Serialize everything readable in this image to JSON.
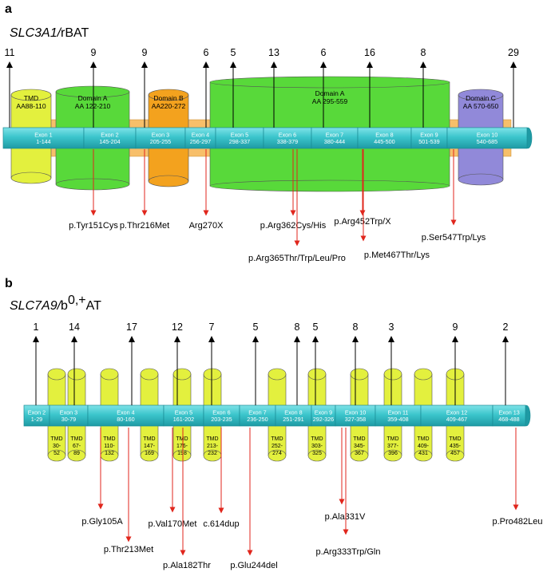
{
  "panels": [
    {
      "letter": "a",
      "gene": "SLC3A1/",
      "gene_suffix": "rBAT",
      "domains": [
        {
          "key": "tmd",
          "label": "TMD",
          "range": "AA88-110",
          "color": "#e3f03e"
        },
        {
          "key": "domA1",
          "label": "Domain A",
          "range": "AA 122-210",
          "color": "#58d93a"
        },
        {
          "key": "domB",
          "label": "Domain B",
          "range": "AA220-272",
          "color": "#f3a21e"
        },
        {
          "key": "domA2",
          "label": "Domain A",
          "range": "AA 295-559",
          "color": "#58d93a"
        },
        {
          "key": "domC",
          "label": "Domain C",
          "range": "AA 570-650",
          "color": "#9189d9"
        }
      ],
      "exons": [
        {
          "label": "Exon 1",
          "range": "1-144"
        },
        {
          "label": "Exon 2",
          "range": "145-204"
        },
        {
          "label": "Exon 3",
          "range": "205-255"
        },
        {
          "label": "Exon 4",
          "range": "256-297"
        },
        {
          "label": "Exon 5",
          "range": "298-337"
        },
        {
          "label": "Exon 6",
          "range": "338-379"
        },
        {
          "label": "Exon 7",
          "range": "380-444"
        },
        {
          "label": "Exon 8",
          "range": "445-500"
        },
        {
          "label": "Exon 9",
          "range": "501-539"
        },
        {
          "label": "Exon 10",
          "range": "540-685"
        }
      ],
      "counts": [
        "11",
        "9",
        "9",
        "6",
        "5",
        "13",
        "6",
        "16",
        "8",
        "29"
      ],
      "mutations": [
        "p.Tyr151Cys",
        "p.Thr216Met",
        "Arg270X",
        "p.Arg362Cys/His",
        "p.Arg452Trp/X",
        "p.Ser547Trp/Lys",
        "p.Arg365Thr/Trp/Leu/Pro",
        "p.Met467Thr/Lys"
      ]
    },
    {
      "letter": "b",
      "gene": "SLC7A9/",
      "gene_suffix": "b",
      "gene_sup": "0,+",
      "gene_tail": "AT",
      "exons": [
        {
          "label": "Exon 2",
          "range": "1-29"
        },
        {
          "label": "Exon 3",
          "range": "30-79"
        },
        {
          "label": "Exon 4",
          "range": "80-160"
        },
        {
          "label": "Exon 5",
          "range": "161-202"
        },
        {
          "label": "Exon 6",
          "range": "203-235"
        },
        {
          "label": "Exon 7",
          "range": "236-250"
        },
        {
          "label": "Exon 8",
          "range": "251-291"
        },
        {
          "label": "Exon 9",
          "range": "292-326"
        },
        {
          "label": "Exon 10",
          "range": "327-358"
        },
        {
          "label": "Exon 11",
          "range": "359-408"
        },
        {
          "label": "Exon 12",
          "range": "409-467"
        },
        {
          "label": "Exon 13",
          "range": "468-488"
        }
      ],
      "tmds": [
        {
          "label": "TMD",
          "range": [
            "30-",
            "52"
          ]
        },
        {
          "label": "TMD",
          "range": [
            "67-",
            "89"
          ]
        },
        {
          "label": "TMD",
          "range": [
            "110-",
            "132"
          ]
        },
        {
          "label": "TMD",
          "range": [
            "147-",
            "169"
          ]
        },
        {
          "label": "TMD",
          "range": [
            "176-",
            "198"
          ]
        },
        {
          "label": "TMD",
          "range": [
            "213-",
            "232"
          ]
        },
        {
          "label": "TMD",
          "range": [
            "252-",
            "274"
          ]
        },
        {
          "label": "TMD",
          "range": [
            "303-",
            "325"
          ]
        },
        {
          "label": "TMD",
          "range": [
            "345-",
            "367"
          ]
        },
        {
          "label": "TMD",
          "range": [
            "377-",
            "396"
          ]
        },
        {
          "label": "TMD",
          "range": [
            "409-",
            "431"
          ]
        },
        {
          "label": "TMD",
          "range": [
            "435-",
            "457"
          ]
        }
      ],
      "counts": [
        "1",
        "14",
        "17",
        "12",
        "7",
        "5",
        "8",
        "5",
        "8",
        "3",
        "9",
        "2"
      ],
      "mutations": [
        "p.Gly105A",
        "p.Thr213Met",
        "p.Val170Met",
        "c.614dup",
        "p.Ala182Thr",
        "p.Glu244del",
        "p.Ala331V",
        "p.Arg333Trp/Gln",
        "p.Pro482Leu"
      ]
    }
  ],
  "colors": {
    "exon": "#3cc5cc",
    "exon_dark": "#1e9aa4",
    "tmd": "#e3f03e",
    "band": "#f7bf6a",
    "arrow": "#000000",
    "mutation_arrow": "#e0261c"
  }
}
